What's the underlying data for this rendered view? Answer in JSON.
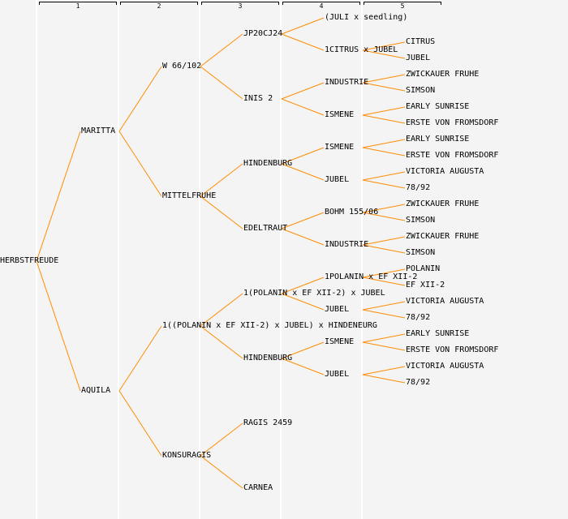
{
  "header": {
    "columns": [
      "1",
      "2",
      "3",
      "4",
      "5"
    ]
  },
  "colors": {
    "line": "#ff8c00",
    "background": "#f4f4f4"
  },
  "tree": {
    "name": "HERBSTFREUDE",
    "children": [
      {
        "name": "MARITTA",
        "children": [
          {
            "name": "W 66/102",
            "children": [
              {
                "name": "JP20CJ24",
                "children": [
                  {
                    "name": "(JULI x seedling)",
                    "children": []
                  },
                  {
                    "name": "1CITRUS x JUBEL",
                    "children": [
                      {
                        "name": "CITRUS"
                      },
                      {
                        "name": "JUBEL"
                      }
                    ]
                  }
                ]
              },
              {
                "name": "INIS 2",
                "children": [
                  {
                    "name": "INDUSTRIE",
                    "children": [
                      {
                        "name": "ZWICKAUER FRUHE"
                      },
                      {
                        "name": "SIMSON"
                      }
                    ]
                  },
                  {
                    "name": "ISMENE",
                    "children": [
                      {
                        "name": "EARLY SUNRISE"
                      },
                      {
                        "name": "ERSTE VON FROMSDORF"
                      }
                    ]
                  }
                ]
              }
            ]
          },
          {
            "name": "MITTELFRUHE",
            "children": [
              {
                "name": "HINDENBURG",
                "children": [
                  {
                    "name": "ISMENE",
                    "children": [
                      {
                        "name": "EARLY SUNRISE"
                      },
                      {
                        "name": "ERSTE VON FROMSDORF"
                      }
                    ]
                  },
                  {
                    "name": "JUBEL",
                    "children": [
                      {
                        "name": "VICTORIA AUGUSTA"
                      },
                      {
                        "name": "78/92"
                      }
                    ]
                  }
                ]
              },
              {
                "name": "EDELTRAUT",
                "children": [
                  {
                    "name": "BOHM 155/06",
                    "children": [
                      {
                        "name": "ZWICKAUER FRUHE"
                      },
                      {
                        "name": "SIMSON"
                      }
                    ]
                  },
                  {
                    "name": "INDUSTRIE",
                    "children": [
                      {
                        "name": "ZWICKAUER FRUHE"
                      },
                      {
                        "name": "SIMSON"
                      }
                    ]
                  }
                ]
              }
            ]
          }
        ]
      },
      {
        "name": "AQUILA",
        "children": [
          {
            "name": "1((POLANIN x EF XII-2) x JUBEL) x HINDENEURG",
            "children": [
              {
                "name": "1(POLANIN x EF XII-2) x JUBEL",
                "children": [
                  {
                    "name": "1POLANIN x EF XII-2",
                    "children": [
                      {
                        "name": "POLANIN"
                      },
                      {
                        "name": "EF XII-2"
                      }
                    ]
                  },
                  {
                    "name": "JUBEL",
                    "children": [
                      {
                        "name": "VICTORIA AUGUSTA"
                      },
                      {
                        "name": "78/92"
                      }
                    ]
                  }
                ]
              },
              {
                "name": "HINDENBURG",
                "children": [
                  {
                    "name": "ISMENE",
                    "children": [
                      {
                        "name": "EARLY SUNRISE"
                      },
                      {
                        "name": "ERSTE VON FROMSDORF"
                      }
                    ]
                  },
                  {
                    "name": "JUBEL",
                    "children": [
                      {
                        "name": "VICTORIA AUGUSTA"
                      },
                      {
                        "name": "78/92"
                      }
                    ]
                  }
                ]
              }
            ]
          },
          {
            "name": "KONSURAGIS",
            "children": [
              {
                "name": "RAGIS 2459",
                "children": []
              },
              {
                "name": "CARNEA",
                "children": []
              }
            ]
          }
        ]
      }
    ]
  }
}
